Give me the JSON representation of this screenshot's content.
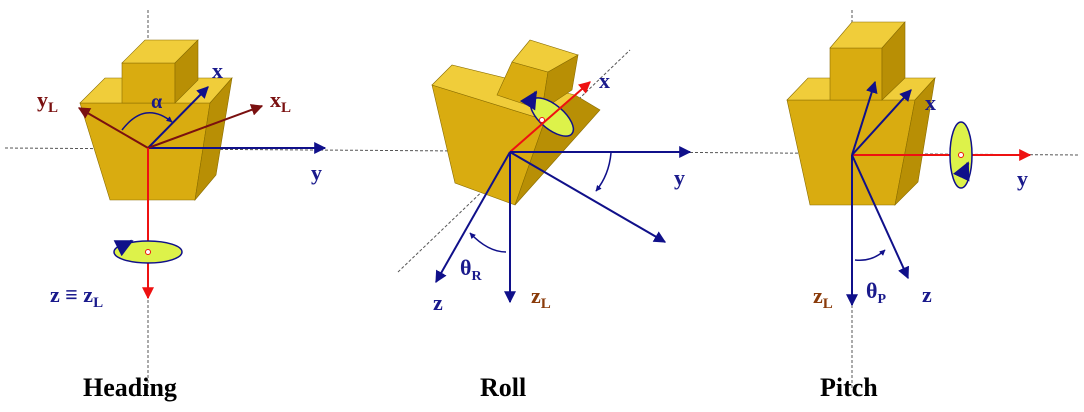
{
  "colors": {
    "body_frame_axis": "#10108a",
    "local_frame_axis": "#7a1010",
    "rotation_axis": "#ee1111",
    "ship_body": "#d4a80c",
    "rotation_disc": "#ddf24a",
    "guide_line": "#555555"
  },
  "heading": {
    "caption": "Heading",
    "angle_label": "α",
    "x_label": "x",
    "y_label": "y",
    "xl_label": "x",
    "xl_sub": "L",
    "yl_label": "y",
    "yl_sub": "L",
    "z_label": "z ≡ z",
    "z_sub": "L"
  },
  "roll": {
    "caption": "Roll",
    "x_label": "x",
    "y_label": "y",
    "z_label": "z",
    "zl_label": "z",
    "zl_sub": "L",
    "angle_label": "θ",
    "angle_sub": "R"
  },
  "pitch": {
    "caption": "Pitch",
    "x_label": "x",
    "y_label": "y",
    "z_label": "z",
    "zl_label": "z",
    "zl_sub": "L",
    "angle_label": "θ",
    "angle_sub": "P"
  }
}
